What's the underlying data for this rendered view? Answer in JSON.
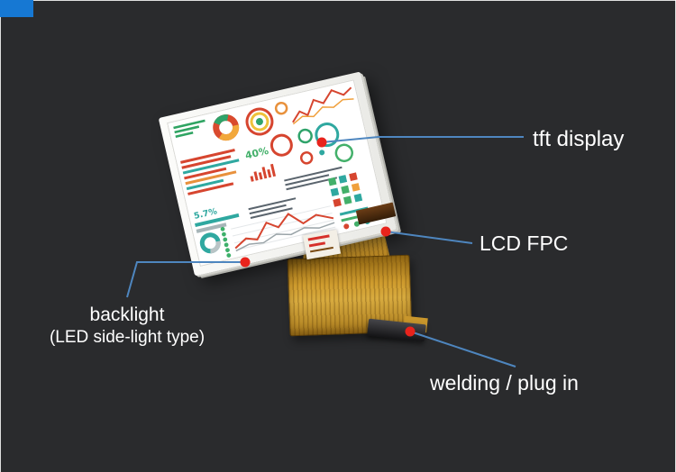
{
  "canvas": {
    "background_color": "#2a2b2d",
    "corner_accent_color": "#1678d3"
  },
  "annotations": {
    "tft_display": "tft display",
    "lcd_fpc": "LCD FPC",
    "backlight_line1": "backlight",
    "backlight_line2": "(LED side-light type)",
    "welding": "welding / plug in"
  },
  "screen_stats": {
    "pct_main": "40%",
    "pct_secondary": "5.7%"
  },
  "colors": {
    "leader_line": "#4e86bf",
    "marker_dot": "#e8231c",
    "fpc_gold": "#c8962c",
    "connector_black": "#141416",
    "bezel_white": "#f2f2ef"
  }
}
